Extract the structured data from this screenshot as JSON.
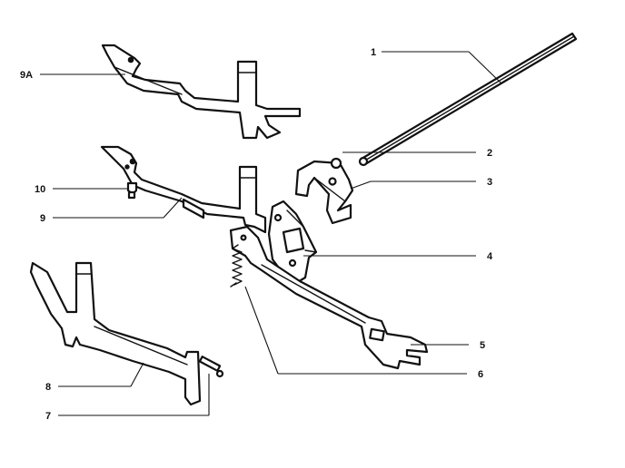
{
  "callouts": {
    "c1": "1",
    "c2": "2",
    "c3": "3",
    "c4": "4",
    "c5": "5",
    "c6": "6",
    "c7": "7",
    "c8": "8",
    "c9": "9",
    "c9a": "9A",
    "c10": "10"
  }
}
